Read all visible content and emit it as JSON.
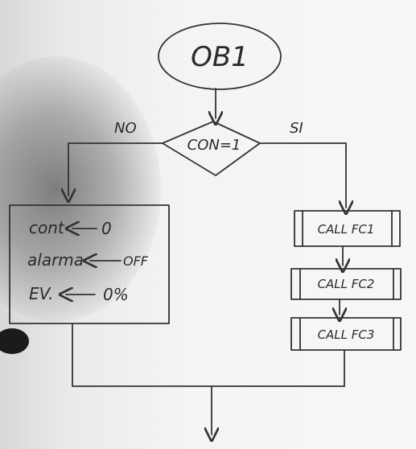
{
  "diagram": {
    "start": {
      "label": "OB1"
    },
    "decision": {
      "label": "CON=1"
    },
    "branches": {
      "no": "NO",
      "yes": "SI"
    },
    "no_box": {
      "rows": [
        {
          "var": "cont",
          "val": "0"
        },
        {
          "var": "alarma",
          "val": "OFF"
        },
        {
          "var": "EV.",
          "val": "0%"
        }
      ]
    },
    "calls": [
      "CALL FC1",
      "CALL FC2",
      "CALL FC3"
    ]
  }
}
